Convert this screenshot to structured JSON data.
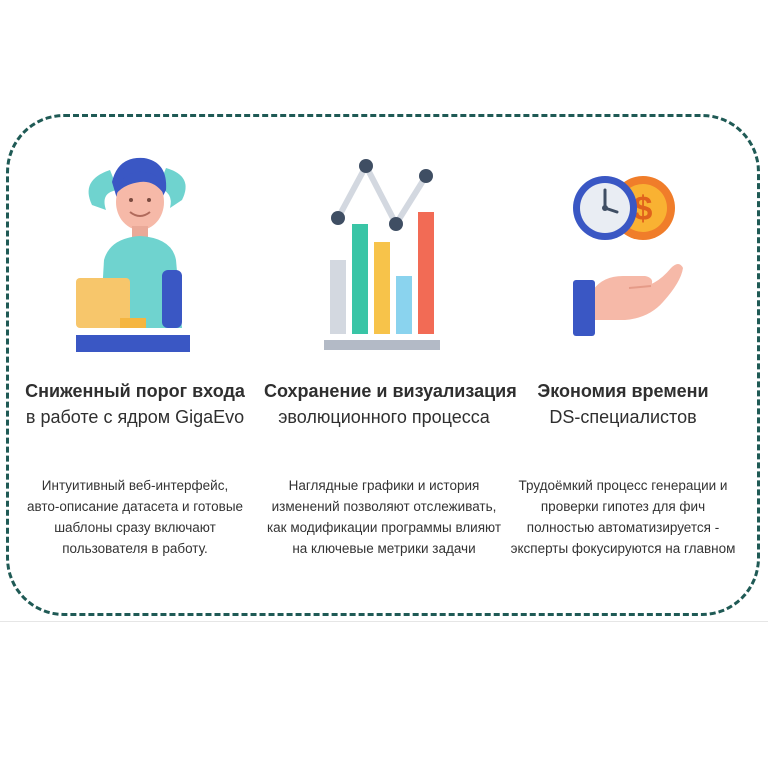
{
  "colors": {
    "frame": "#1f5a55",
    "title": "#2f2f2f",
    "text": "#333333"
  },
  "cards": [
    {
      "illustration": "person-relaxing-laptop-icon",
      "title_bold": "Сниженный порог входа",
      "title_regular": "в работе с ядром GigaEvo",
      "desc_lines": [
        "Интуитивный веб-интерфейс,",
        "авто-описание датасета и готовые",
        "шаблоны сразу включают",
        "пользователя в работу."
      ]
    },
    {
      "illustration": "bar-chart-trend-icon",
      "title_bold": "Сохранение и визуализация",
      "title_regular": "эволюционного процесса",
      "desc_lines": [
        "Наглядные графики и история",
        "изменений позволяют отслеживать,",
        "как модификации программы влияют",
        "на ключевые метрики задачи"
      ]
    },
    {
      "illustration": "time-is-money-hand-icon",
      "title_bold": "Экономия времени",
      "title_regular": "DS-специалистов",
      "desc_lines": [
        "Трудоёмкий процесс генерации и",
        "проверки гипотез для фич",
        "полностью автоматизируется -",
        "эксперты фокусируются на главном"
      ]
    }
  ]
}
